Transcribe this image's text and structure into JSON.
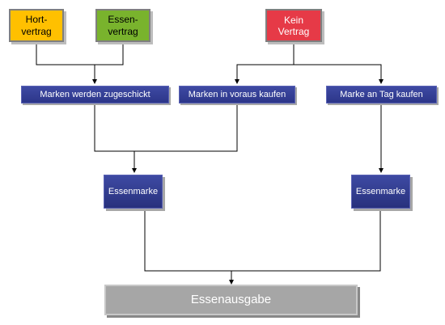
{
  "diagram": {
    "contracts": {
      "hort": {
        "line1": "Hort-",
        "line2": "vertrag",
        "color": "#ffc000"
      },
      "essen": {
        "line1": "Essen-",
        "line2": "vertrag",
        "color": "#79b32d"
      },
      "kein": {
        "label": "Kein Vertrag",
        "color": "#e63a47"
      }
    },
    "steps": {
      "zugeschickt": "Marken werden zugeschickt",
      "voraus": "Marken in voraus kaufen",
      "tag": "Marke an Tag kaufen"
    },
    "marks": {
      "left": "Essenmarke",
      "right": "Essenmarke"
    },
    "final": {
      "label": "Essenausgabe"
    },
    "colors": {
      "connector": "#000000",
      "step_blue": "#2f3a93",
      "final_gray": "#a6a6a6"
    }
  }
}
